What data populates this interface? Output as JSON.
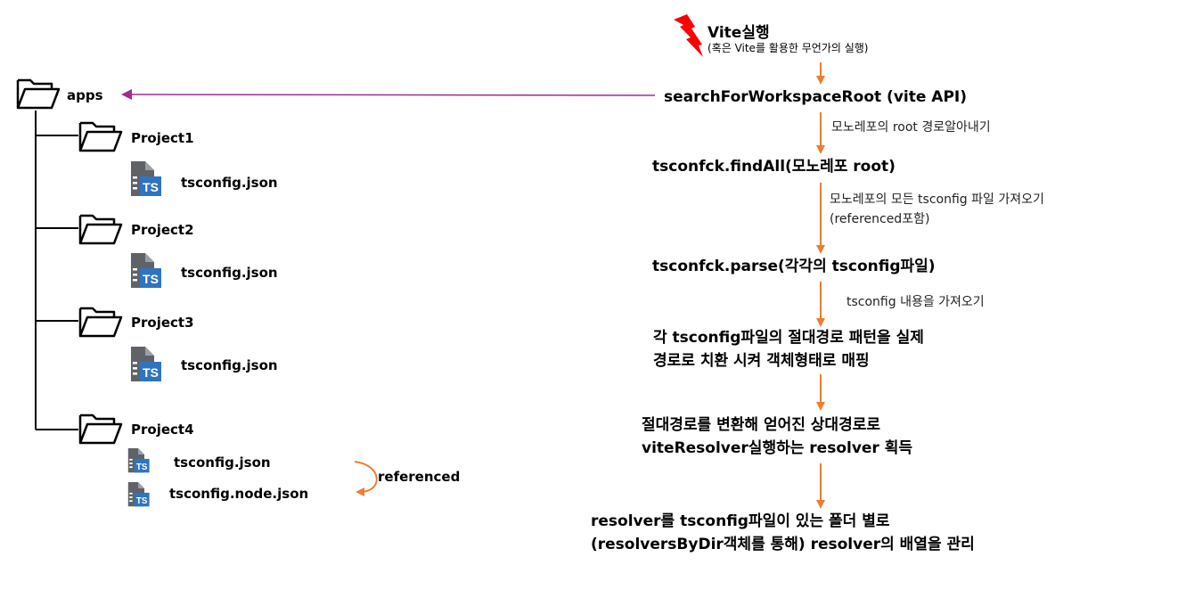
{
  "tree": {
    "root": "apps",
    "projects": [
      {
        "name": "Project1",
        "files": [
          "tsconfig.json"
        ]
      },
      {
        "name": "Project2",
        "files": [
          "tsconfig.json"
        ]
      },
      {
        "name": "Project3",
        "files": [
          "tsconfig.json"
        ]
      },
      {
        "name": "Project4",
        "files": [
          "tsconfig.json",
          "tsconfig.node.json"
        ]
      }
    ],
    "referenced_label": "referenced",
    "ts_badge": "TS"
  },
  "flow": {
    "trigger_title": "Vite실행",
    "trigger_subtitle": "(혹은 Vite를 활용한 무언가의 실행)",
    "steps": [
      {
        "lines": [
          "searchForWorkspaceRoot (vite API)"
        ]
      },
      {
        "lines": [
          "tsconfck.findAll(모노레포 root)"
        ]
      },
      {
        "lines": [
          "tsconfck.parse(각각의 tsconfig파일)"
        ]
      },
      {
        "lines": [
          "각 tsconfig파일의 절대경로 패턴을 실제",
          "경로로 치환 시켜 객체형태로 매핑"
        ]
      },
      {
        "lines": [
          "절대경로를 변환해 얻어진 상대경로로",
          "viteResolver실행하는 resolver 획득"
        ]
      },
      {
        "lines": [
          "resolver를 tsconfig파일이 있는 폴더 별로",
          "(resolversByDir객체를 통해) resolver의 배열을 관리"
        ]
      }
    ],
    "notes": [
      {
        "lines": [
          "모노레포의 root 경로알아내기"
        ]
      },
      {
        "lines": [
          "모노레포의 모든 tsconfig 파일 가져오기",
          "(referenced포함)"
        ]
      },
      {
        "lines": [
          "tsconfig 내용을 가져오기"
        ]
      }
    ]
  },
  "colors": {
    "flow_arrow": "#ed7d31",
    "tree_arrow": "#a02b93",
    "lightning": "#ff0000",
    "ts_blue": "#2f74c0",
    "doc_gray": "#5f6368"
  }
}
